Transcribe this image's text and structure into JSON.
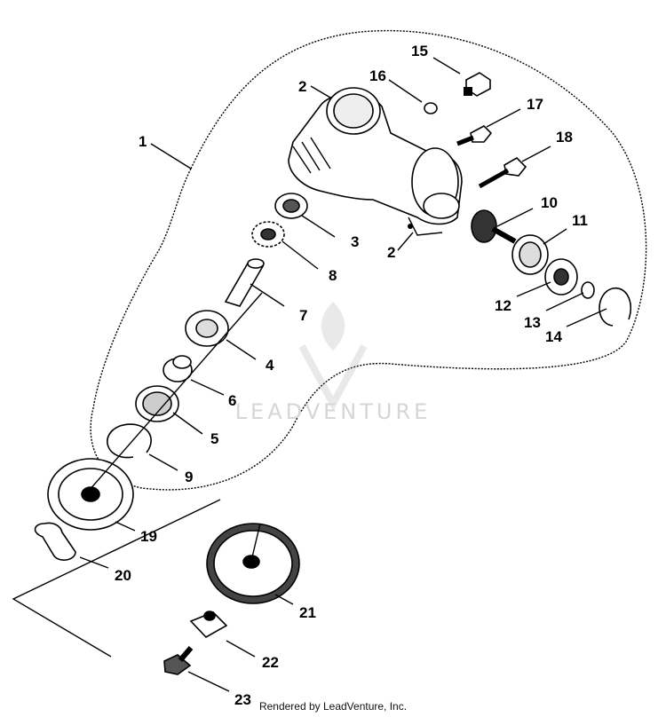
{
  "watermark": "LEADVENTURE",
  "footer": "Rendered by LeadVenture, Inc.",
  "callouts": {
    "c1": "1",
    "c2a": "2",
    "c2b": "2",
    "c3": "3",
    "c4": "4",
    "c5": "5",
    "c6": "6",
    "c7": "7",
    "c8": "8",
    "c9": "9",
    "c10": "10",
    "c11": "11",
    "c12": "12",
    "c13": "13",
    "c14": "14",
    "c15": "15",
    "c16": "16",
    "c17": "17",
    "c18": "18",
    "c19": "19",
    "c20": "20",
    "c21": "21",
    "c22": "22",
    "c23": "23"
  }
}
